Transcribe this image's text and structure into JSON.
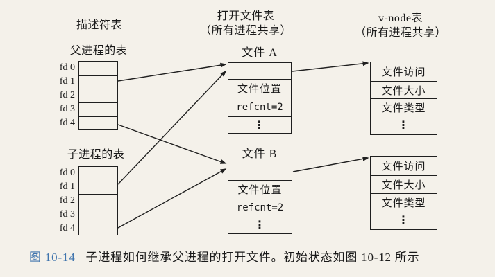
{
  "columns": {
    "descriptor": {
      "title": "描述符表"
    },
    "open_file": {
      "title": "打开文件表",
      "subtitle": "（所有进程共享）"
    },
    "vnode": {
      "title": "v-node表",
      "subtitle": "（所有进程共享）"
    }
  },
  "parent_table": {
    "label": "父进程的表",
    "fds": [
      "fd 0",
      "fd 1",
      "fd 2",
      "fd 3",
      "fd 4"
    ]
  },
  "child_table": {
    "label": "子进程的表",
    "fds": [
      "fd 0",
      "fd 1",
      "fd 2",
      "fd 3",
      "fd 4"
    ]
  },
  "file_a": {
    "label": "文件 A",
    "pos_row": "文件位置",
    "refcnt_row": "refcnt=2",
    "dots": "⋮"
  },
  "file_b": {
    "label": "文件 B",
    "pos_row": "文件位置",
    "refcnt_row": "refcnt=2",
    "dots": "⋮"
  },
  "vnode_a": {
    "rows": [
      "文件访问",
      "文件大小",
      "文件类型",
      "⋮"
    ]
  },
  "vnode_b": {
    "rows": [
      "文件访问",
      "文件大小",
      "文件类型",
      "⋮"
    ]
  },
  "caption": {
    "label": "图 10-14",
    "text": "子进程如何继承父进程的打开文件。初始状态如图 10-12 所示"
  },
  "colors": {
    "paper": "#f4f1ea",
    "ink": "#1f1f1f",
    "caption_label_blue": "#3f74ad"
  }
}
